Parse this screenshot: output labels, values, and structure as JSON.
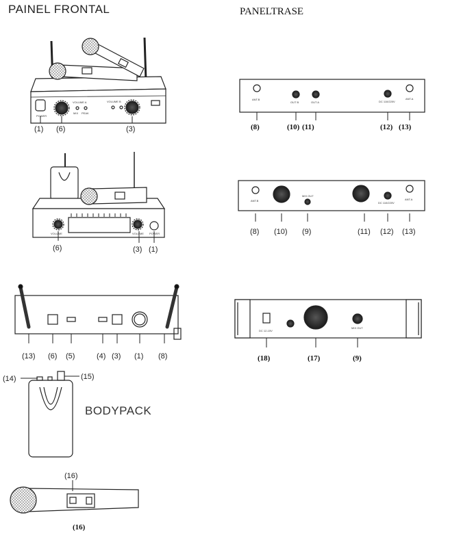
{
  "headings": {
    "front": "PAINEL FRONTAL",
    "rear": "PANELTRASE",
    "bodypack": "BODYPACK"
  },
  "front_receiver_1": {
    "callouts": [
      "(1)",
      "(6)",
      "(3)"
    ],
    "panel_text": [
      "VOLUME A",
      "VOLUME B",
      "MIX",
      "PEAK",
      "POWER"
    ]
  },
  "front_receiver_2": {
    "callouts": [
      "(6)",
      "(3)",
      "(1)"
    ],
    "panel_text": [
      "VOLUME",
      "VOLUME",
      "POWER"
    ]
  },
  "front_receiver_3": {
    "callouts": [
      "(13)",
      "(6)",
      "(5)",
      "(4)",
      "(3)",
      "(1)",
      "(8)"
    ]
  },
  "bodypack": {
    "callouts": [
      "(14)",
      "(15)"
    ]
  },
  "microphone": {
    "callouts_top": "(16)",
    "callouts_bottom": "(16)"
  },
  "rear_panel_1": {
    "callouts": [
      "(8)",
      "(10)",
      "(11)",
      "(12)",
      "(13)"
    ],
    "panel_text": [
      "ANT.B",
      "OUT B",
      "OUT A",
      "DC 110/220V",
      "ANT.A"
    ]
  },
  "rear_panel_2": {
    "callouts": [
      "(8)",
      "(10)",
      "(9)",
      "(11)",
      "(12)",
      "(13)"
    ],
    "panel_text": [
      "ANT.B",
      "MIX OUT",
      "DC 110/220V",
      "ANT.A"
    ]
  },
  "rear_panel_3": {
    "callouts": [
      "(18)",
      "(17)",
      "(9)"
    ],
    "panel_text": [
      "DC 12-15V",
      "MIX OUT"
    ]
  }
}
